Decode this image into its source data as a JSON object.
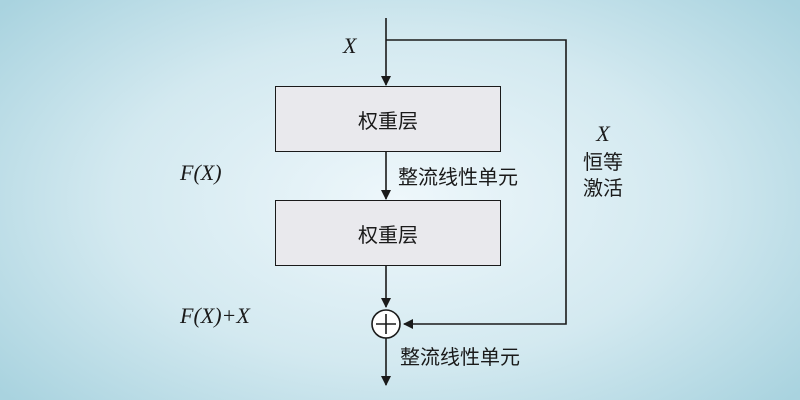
{
  "diagram": {
    "input_label": "X",
    "layer1_label": "权重层",
    "layer2_label": "权重层",
    "relu_label_1": "整流线性单元",
    "relu_label_2": "整流线性单元",
    "fx_label": "F(X)",
    "sum_label": "F(X)+X",
    "identity_var": "X",
    "identity_line1": "恒等",
    "identity_line2": "激活",
    "colors": {
      "box_fill": "#e9e9ed",
      "stroke": "#1a1a1a",
      "bg_center": "#eef7fb",
      "bg_edge": "#a9d3df"
    }
  }
}
